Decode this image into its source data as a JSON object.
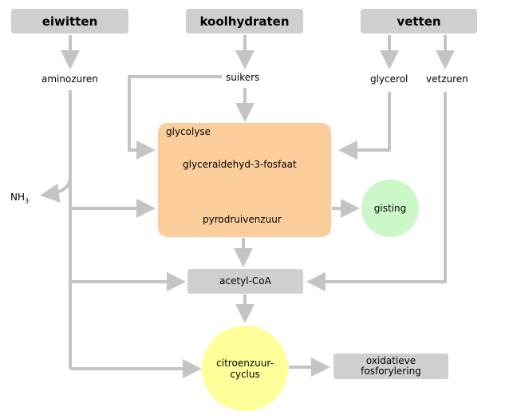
{
  "inputs": {
    "eiwitten": "eiwitten",
    "koolhydraten": "koolhydraten",
    "vetten": "vetten"
  },
  "intermediates": {
    "aminozuren": "aminozuren",
    "suikers": "suikers",
    "glycerol": "glycerol",
    "vetzuren": "vetzuren",
    "nh3_base": "NH",
    "nh3_sub": "3"
  },
  "glycolysis": {
    "title": "glycolyse",
    "step1": "glyceraldehyd-3-fosfaat",
    "step2": "pyrodruivenzuur"
  },
  "outputs": {
    "gisting": "gisting",
    "acetyl_coa": "acetyl-CoA",
    "citric_line1": "citroenzuur-",
    "citric_line2": "cyclus",
    "oxphos_line1": "oxidatieve",
    "oxphos_line2": "fosforylering"
  },
  "colors": {
    "arrow": "#c4c4c4",
    "box": "#cfcfcf",
    "glycolysis": "#fbce9c",
    "gisting": "#ccf7c8",
    "citric": "#ffff99"
  }
}
